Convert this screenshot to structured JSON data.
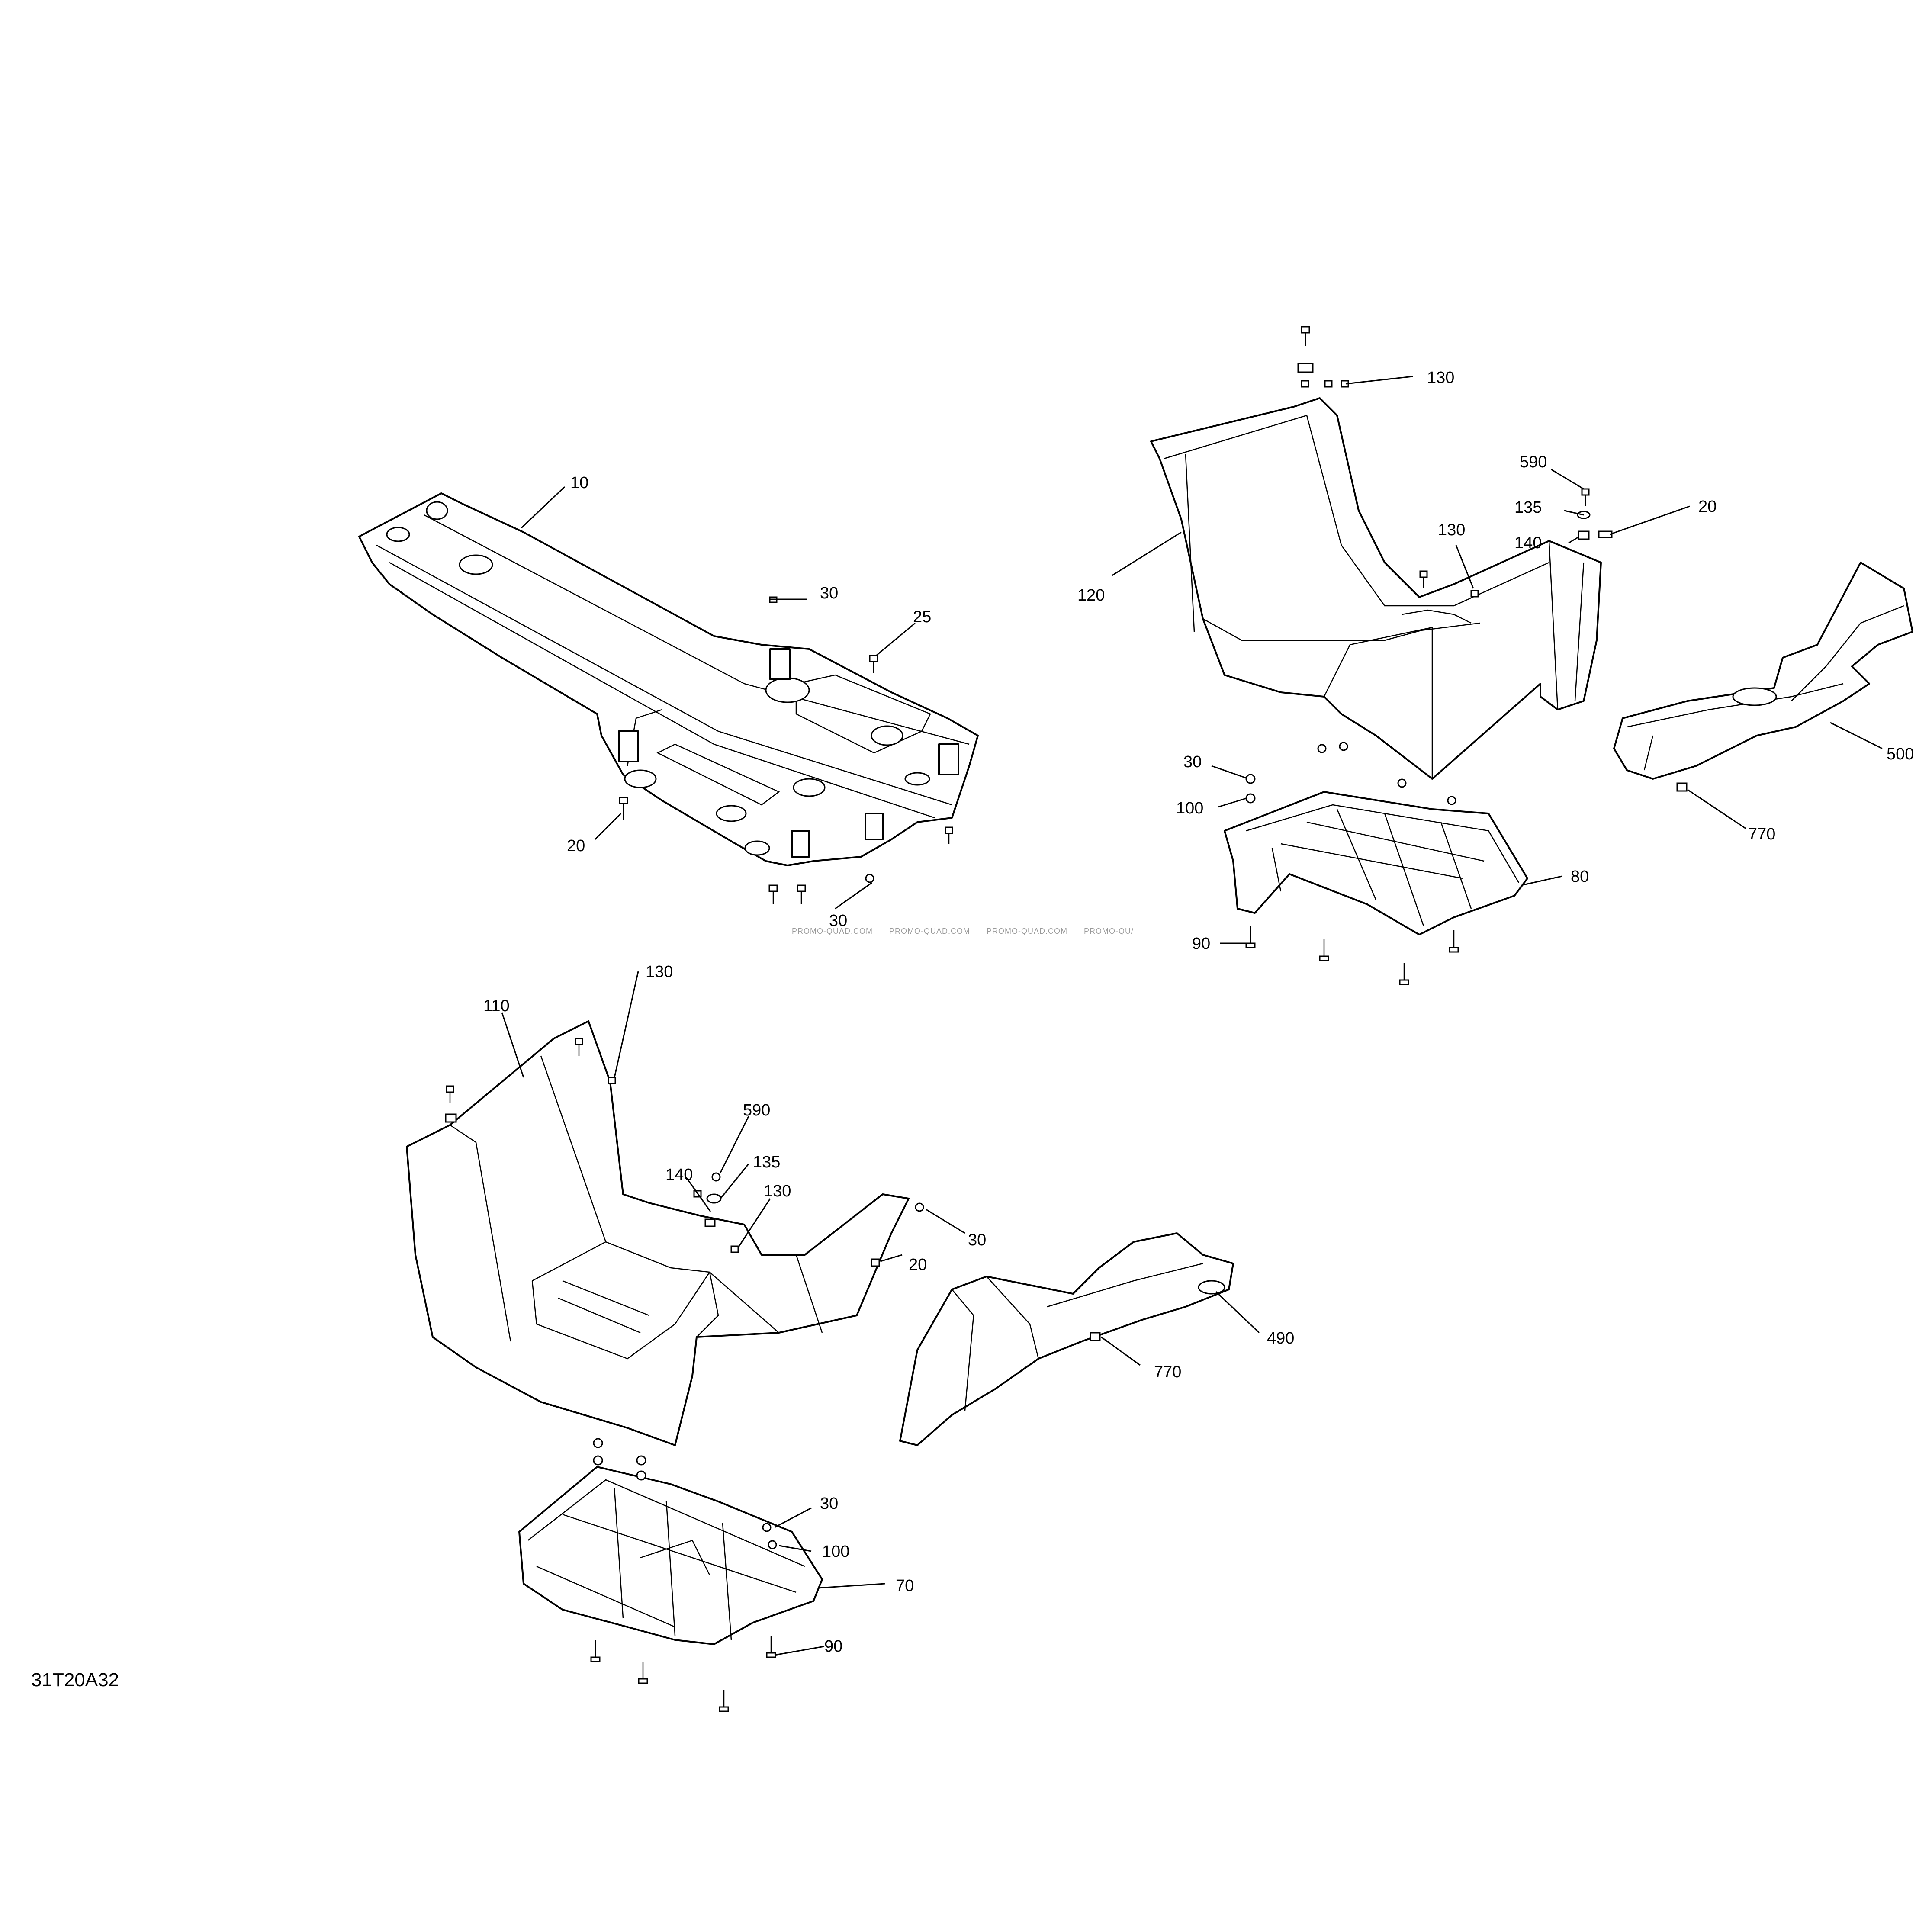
{
  "diagram": {
    "id": "31T20A32",
    "watermark": [
      "PROMO-QUAD.COM",
      "PROMO-QUAD.COM",
      "PROMO-QUAD.COM",
      "PROMO-QU/"
    ]
  },
  "callouts": [
    {
      "key": "c10",
      "label": "10"
    },
    {
      "key": "c30a",
      "label": "30"
    },
    {
      "key": "c25",
      "label": "25"
    },
    {
      "key": "c20a",
      "label": "20"
    },
    {
      "key": "c30b",
      "label": "30"
    },
    {
      "key": "c130a",
      "label": "130"
    },
    {
      "key": "c590a",
      "label": "590"
    },
    {
      "key": "c135a",
      "label": "135"
    },
    {
      "key": "c20b",
      "label": "20"
    },
    {
      "key": "c140a",
      "label": "140"
    },
    {
      "key": "c130b",
      "label": "130"
    },
    {
      "key": "c120",
      "label": "120"
    },
    {
      "key": "c500",
      "label": "500"
    },
    {
      "key": "c30c",
      "label": "30"
    },
    {
      "key": "c100a",
      "label": "100"
    },
    {
      "key": "c770a",
      "label": "770"
    },
    {
      "key": "c80",
      "label": "80"
    },
    {
      "key": "c90a",
      "label": "90"
    },
    {
      "key": "c110",
      "label": "110"
    },
    {
      "key": "c130c",
      "label": "130"
    },
    {
      "key": "c590b",
      "label": "590"
    },
    {
      "key": "c135b",
      "label": "135"
    },
    {
      "key": "c140b",
      "label": "140"
    },
    {
      "key": "c130d",
      "label": "130"
    },
    {
      "key": "c30d",
      "label": "30"
    },
    {
      "key": "c20c",
      "label": "20"
    },
    {
      "key": "c490",
      "label": "490"
    },
    {
      "key": "c770b",
      "label": "770"
    },
    {
      "key": "c30e",
      "label": "30"
    },
    {
      "key": "c100b",
      "label": "100"
    },
    {
      "key": "c70",
      "label": "70"
    },
    {
      "key": "c90b",
      "label": "90"
    }
  ],
  "colors": {
    "line": "#000000",
    "background": "#ffffff",
    "watermark": "#9a9a9a"
  }
}
